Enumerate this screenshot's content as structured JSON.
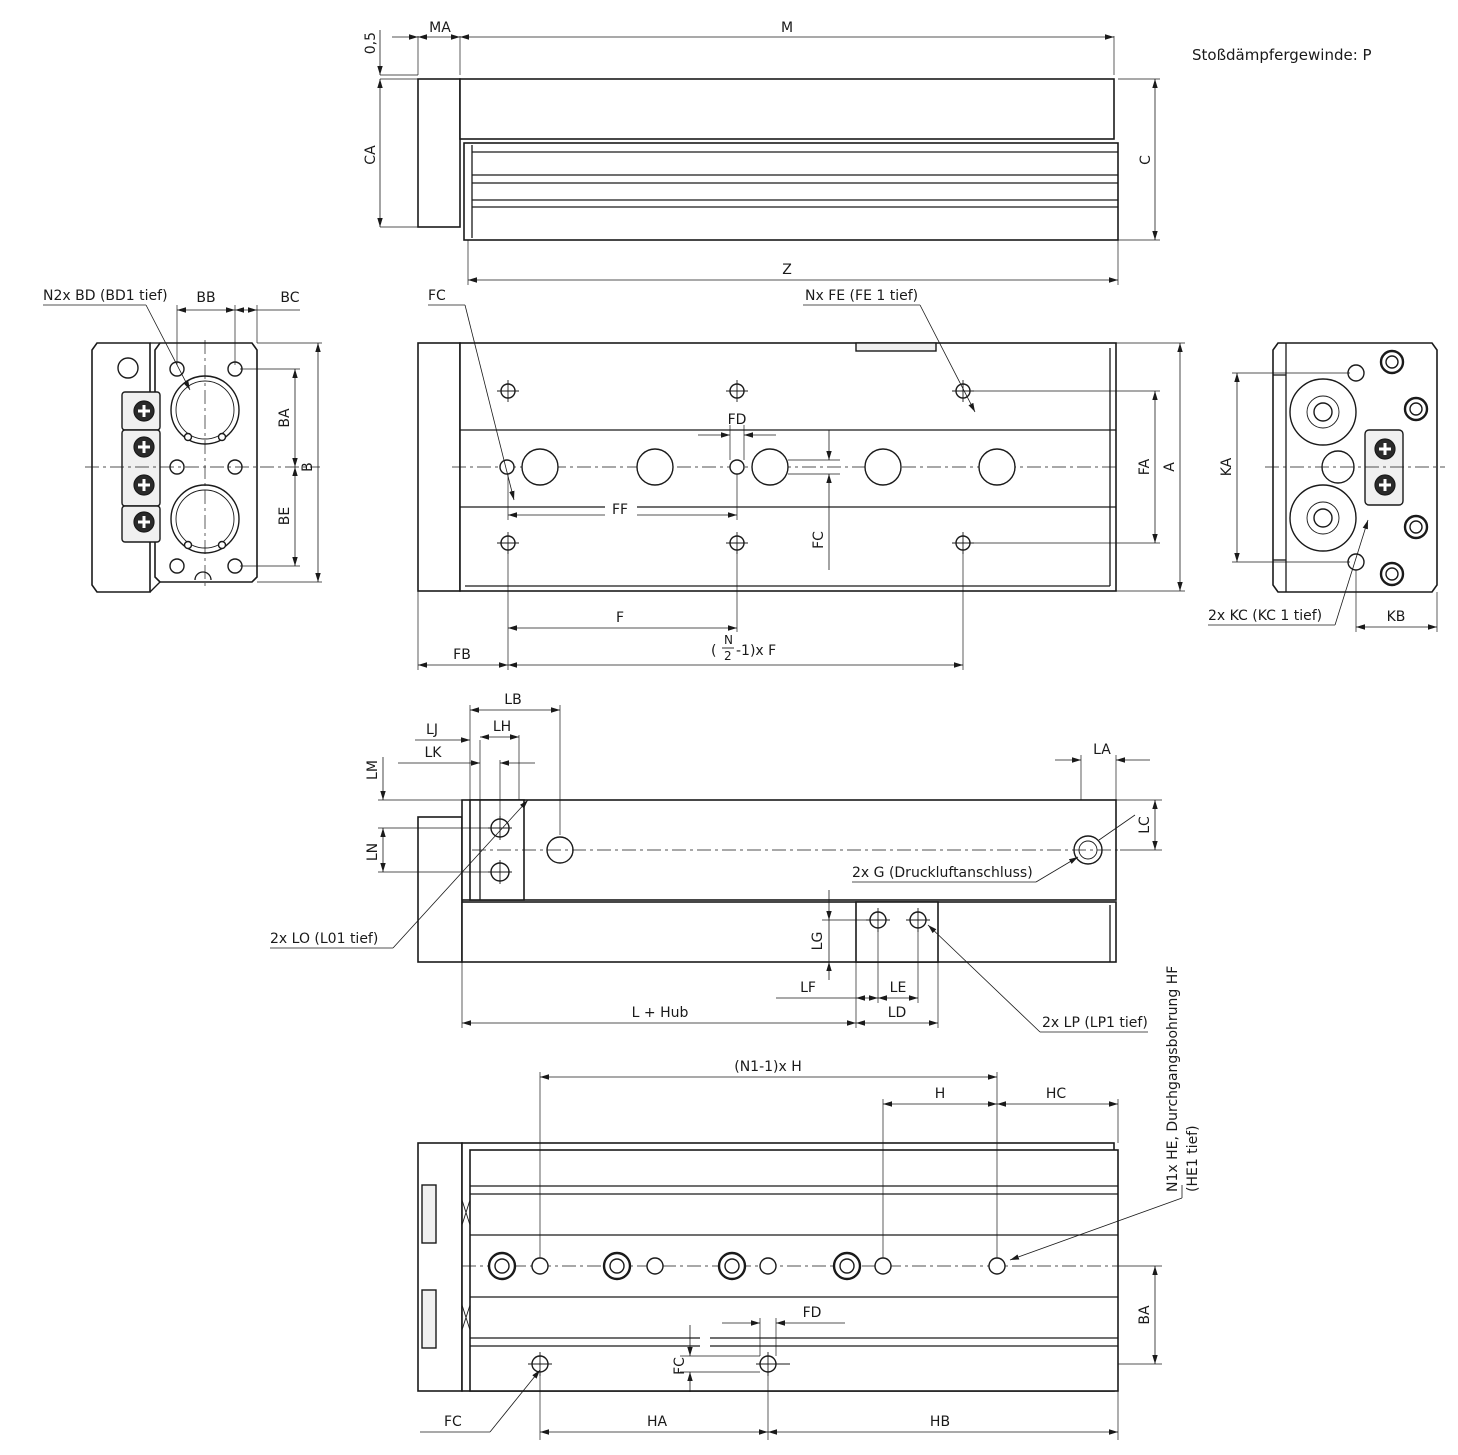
{
  "note": "Stoßdämpfergewinde: P",
  "dims": {
    "d05": "0,5",
    "MA": "MA",
    "M": "M",
    "CA": "CA",
    "C": "C",
    "Z": "Z",
    "BD": "N2x BD (BD1 tief)",
    "BB": "BB",
    "BC": "BC",
    "BA": "BA",
    "B": "B",
    "BE": "BE",
    "FC": "FC",
    "FE": "Nx FE (FE 1 tief)",
    "FD": "FD",
    "FF": "FF",
    "FA": "FA",
    "A": "A",
    "F": "F",
    "FB": "FB",
    "NF_pre": "(",
    "NF_N": "N",
    "NF_2": "2",
    "NF_post": "-1)x F",
    "KA": "KA",
    "KC": "2x KC (KC 1 tief)",
    "KB": "KB",
    "LB": "LB",
    "LJ": "LJ",
    "LH": "LH",
    "LK": "LK",
    "LM": "LM",
    "LN": "LN",
    "LA": "LA",
    "LC": "LC",
    "G": "2x G (Druckluftanschluss)",
    "LO": "2x LO (L01 tief)",
    "LG": "LG",
    "LF": "LF",
    "LE": "LE",
    "LHub": "L + Hub",
    "LD": "LD",
    "LP": "2x LP (LP1 tief)",
    "N1H": "(N1-1)x H",
    "H": "H",
    "HC": "HC",
    "HE1": "N1x HE, Durchgangsbohrung HF",
    "HE2": "(HE1 tief)",
    "BA2": "BA",
    "FD2": "FD",
    "FC2": "FC",
    "FC3": "FC",
    "HA": "HA",
    "HB": "HB"
  }
}
